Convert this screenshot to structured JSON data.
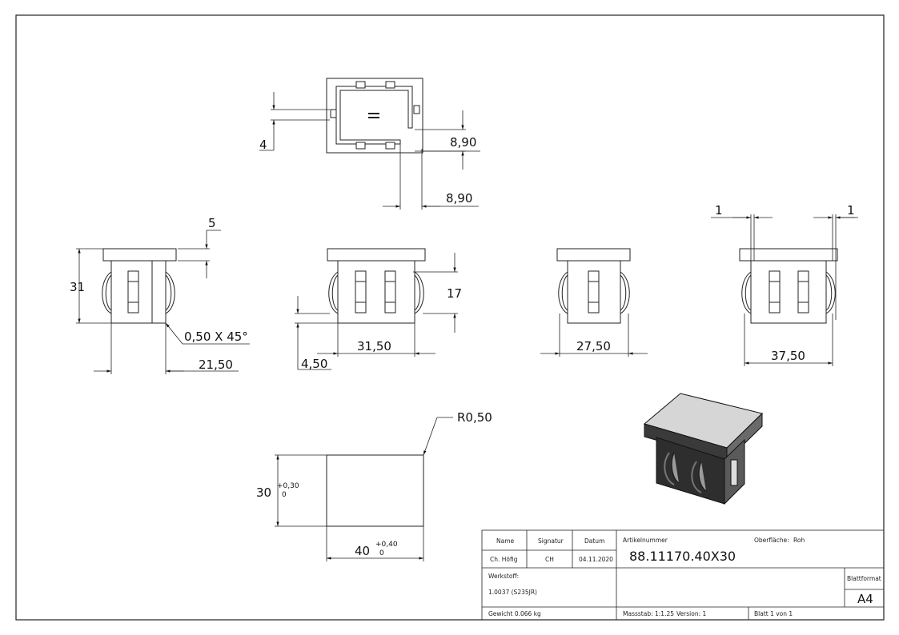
{
  "dimensions": {
    "top_view_left": "4",
    "top_view_right": "8,90",
    "top_view_bottom": "8,90",
    "v1_flange": "5",
    "v1_height": "31",
    "v1_chamfer": "0,50 X 45°",
    "v1_width": "21,50",
    "v2_height": "17",
    "v2_width": "31,50",
    "v2_offset": "4,50",
    "v3_width": "27,50",
    "v4_left": "1",
    "v4_right": "1",
    "v4_width": "37,50",
    "rect_radius": "R0,50",
    "rect_height": "30",
    "rect_height_tol_upper": "+0,30",
    "rect_height_tol_lower": "0",
    "rect_width": "40",
    "rect_width_tol_upper": "+0,40",
    "rect_width_tol_lower": "0"
  },
  "title_block": {
    "name_label": "Name",
    "signatur_label": "Signatur",
    "datum_label": "Datum",
    "name_value": "Ch. Höfig",
    "signatur_value": "CH",
    "datum_value": "04.11.2020",
    "artikel_label": "Artikelnummer",
    "artikel_value": "88.11170.40X30",
    "oberflaeche_label": "Oberfläche:",
    "oberflaeche_value": "Roh",
    "werkstoff_label": "Werkstoff:",
    "werkstoff_value": "1.0037 (S235JR)",
    "blattformat_label": "Blattformat",
    "blattformat_value": "A4",
    "gewicht": "Gewicht 0.066 kg",
    "massstab": "Massstab: 1:1.25",
    "version": "Version: 1",
    "blatt": "Blatt 1 von 1"
  }
}
